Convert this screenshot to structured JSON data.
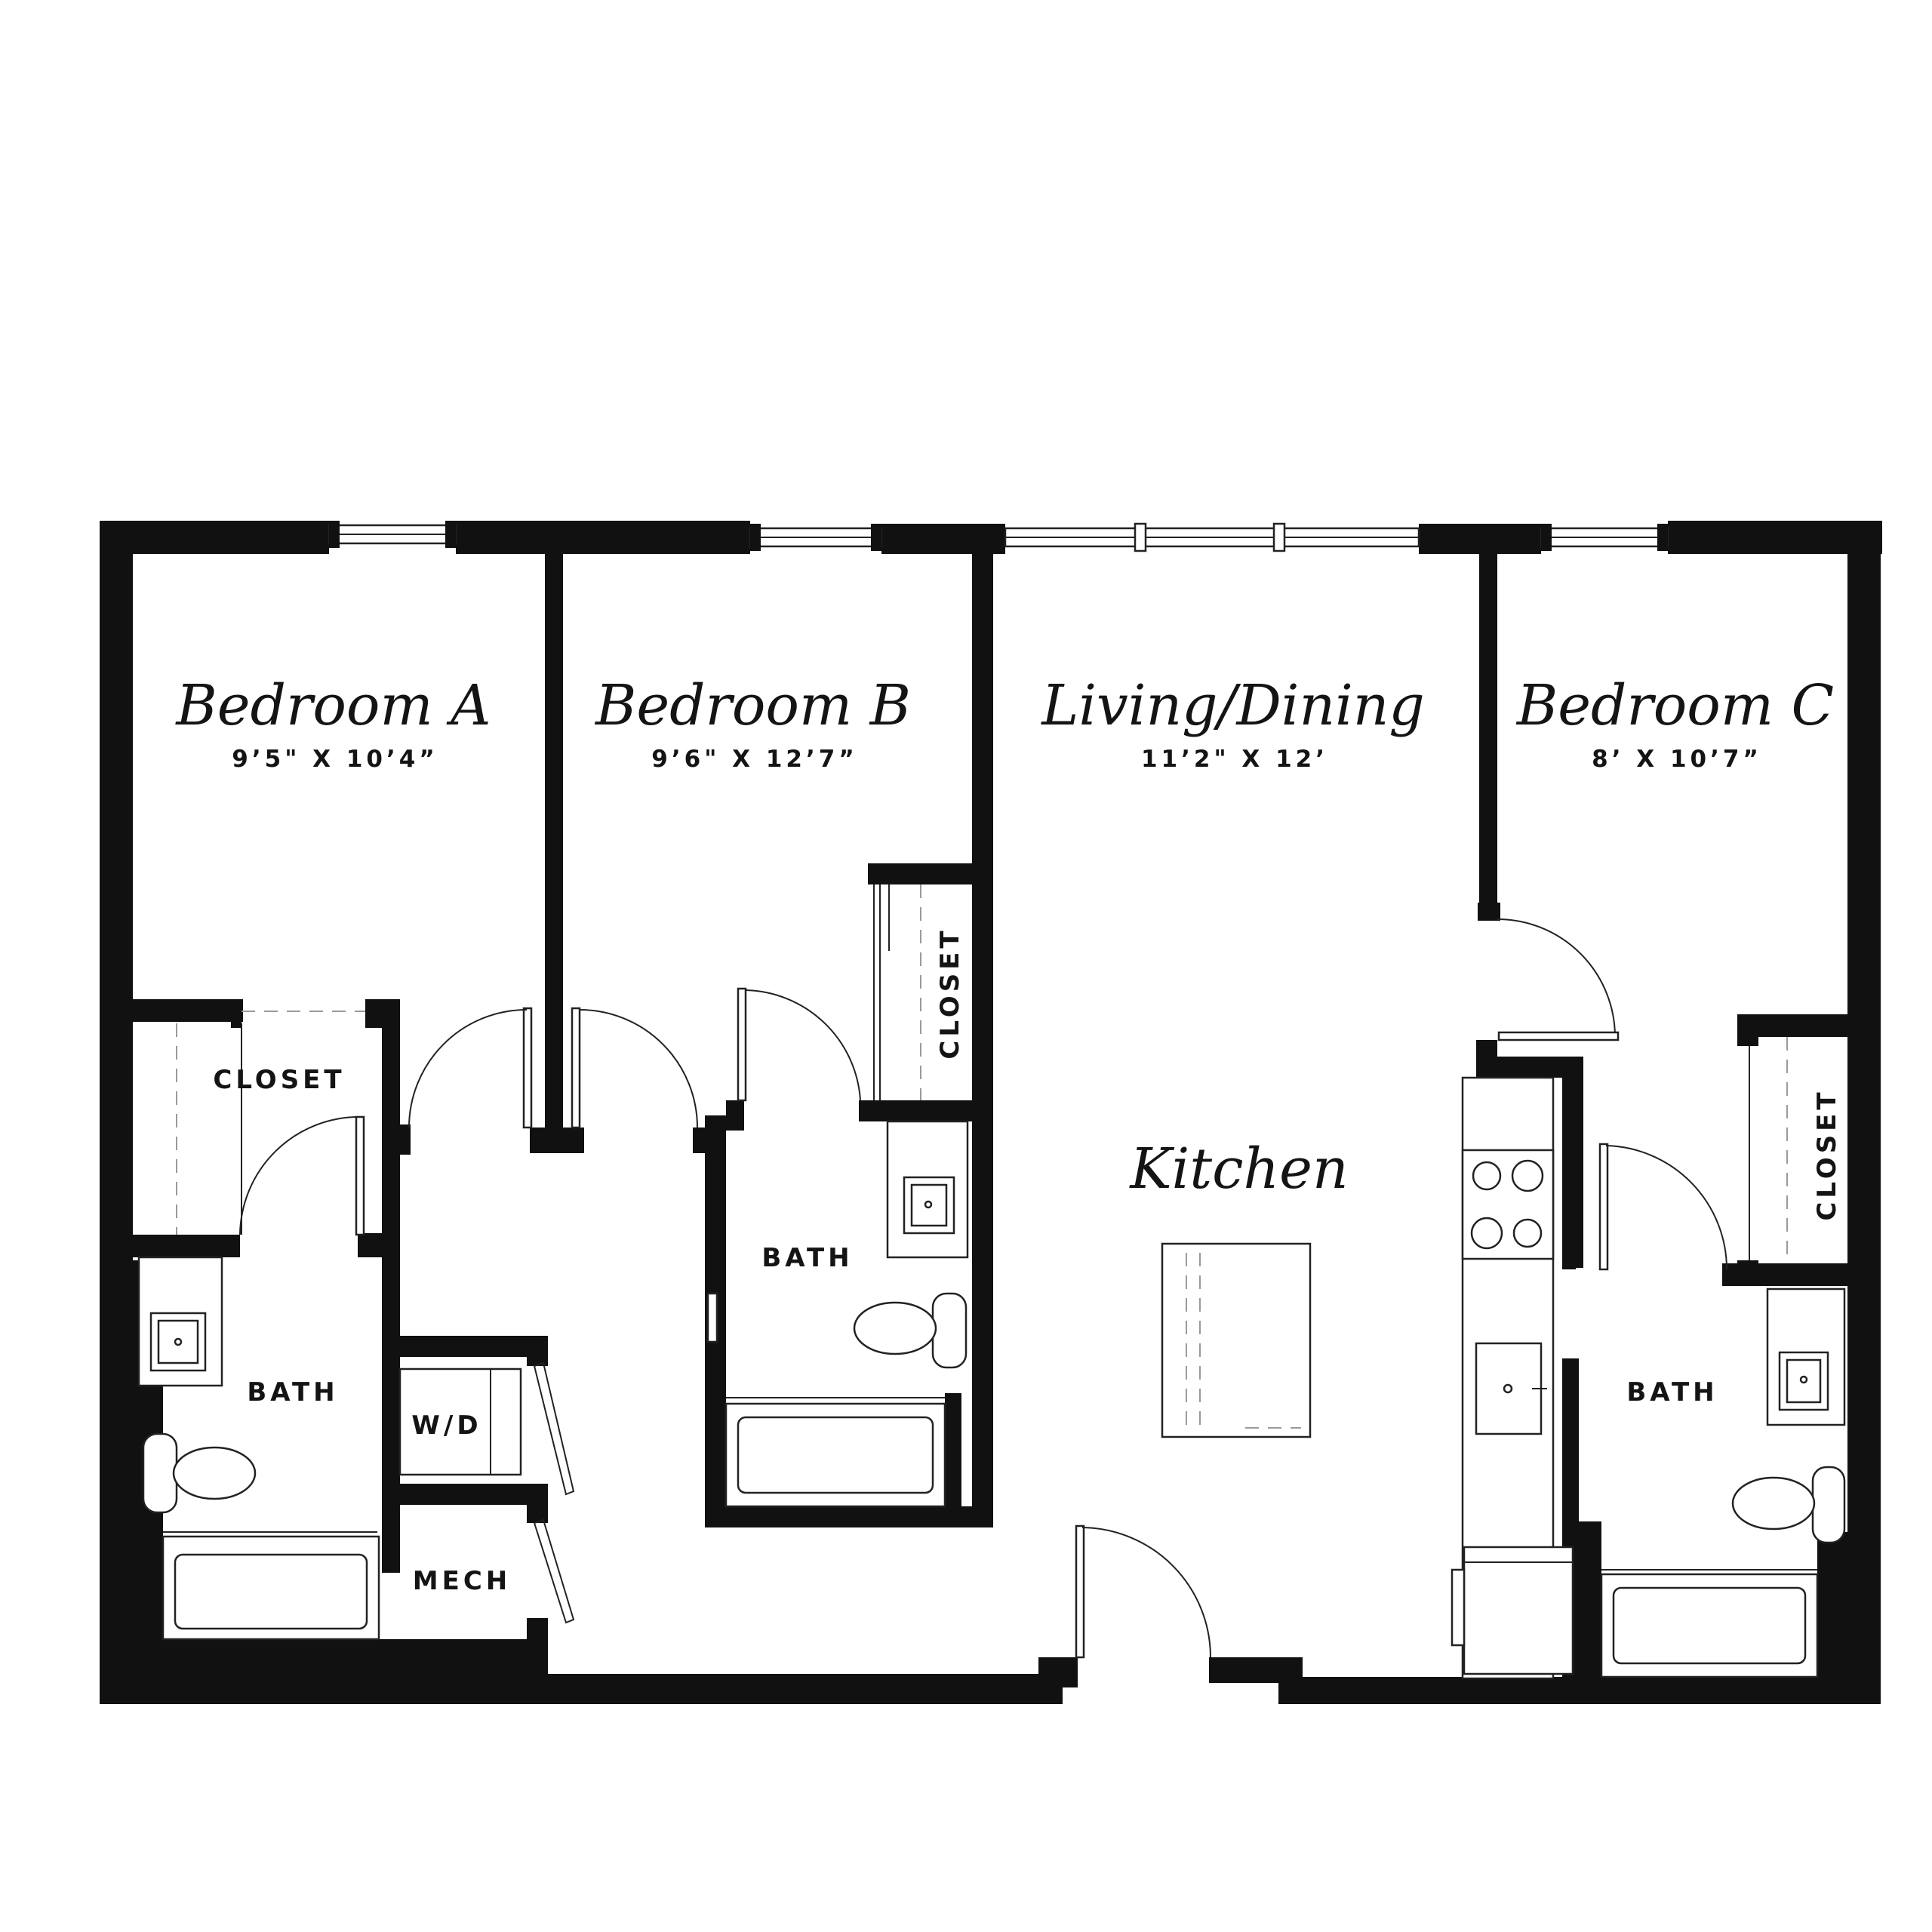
{
  "plan": {
    "rooms": {
      "bedroom_a": {
        "name": "Bedroom A",
        "dims": "9’5\" X 10’4”"
      },
      "bedroom_b": {
        "name": "Bedroom B",
        "dims": "9’6\" X 12’7”"
      },
      "living": {
        "name": "Living/Dining",
        "dims": "11’2\" X 12’"
      },
      "bedroom_c": {
        "name": "Bedroom C",
        "dims": "8’ X 10’7”"
      },
      "kitchen": {
        "name": "Kitchen"
      }
    },
    "labels": {
      "closet_a": "CLOSET",
      "closet_b": "CLOSET",
      "closet_c": "CLOSET",
      "bath_a": "BATH",
      "bath_b": "BATH",
      "bath_c": "BATH",
      "wd": "W/D",
      "mech": "MECH"
    },
    "colors": {
      "wall": "#111111",
      "line": "#222222",
      "background": "#ffffff"
    }
  }
}
